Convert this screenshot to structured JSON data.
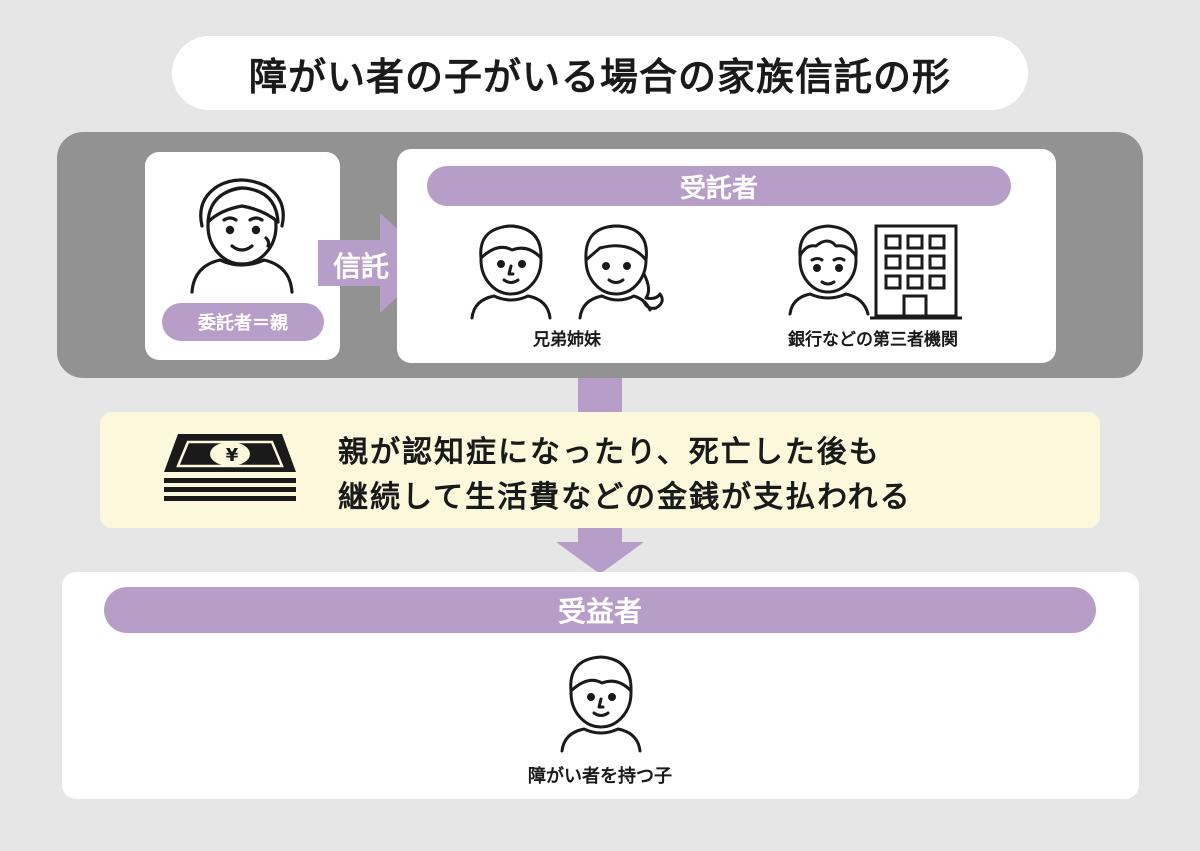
{
  "title": "障がい者の子がいる場合の家族信託の形",
  "settlor": {
    "label": "委託者＝親"
  },
  "trust_arrow": {
    "label": "信託"
  },
  "trustee": {
    "header": "受託者",
    "siblings_label": "兄弟姉妹",
    "third_party_label": "銀行などの第三者機関"
  },
  "note": {
    "line1": "親が認知症になったり、死亡した後も",
    "line2": "継続して生活費などの金銭が支払われる"
  },
  "money_icon": {
    "symbol": "¥"
  },
  "beneficiary": {
    "header": "受益者",
    "person_label": "障がい者を持つ子"
  },
  "colors": {
    "background": "#e6e6e6",
    "panel": "#929292",
    "accent": "#b79ec9",
    "note_background": "#fbf8dc"
  }
}
